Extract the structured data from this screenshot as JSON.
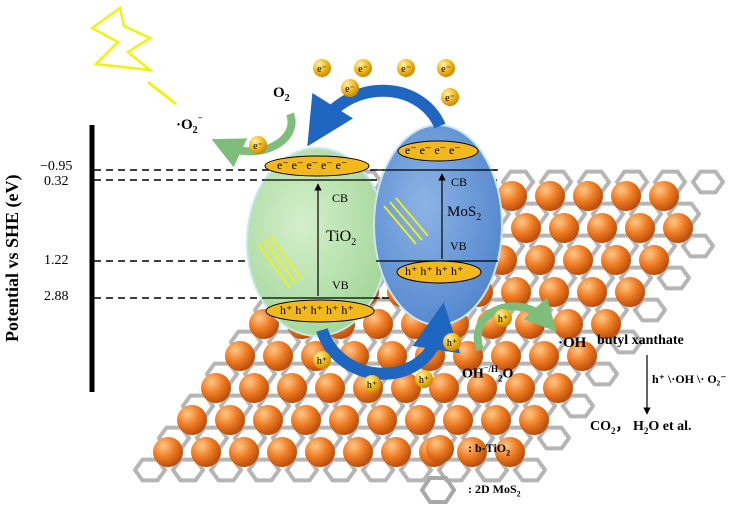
{
  "axis": {
    "title": "Potential vs SHE (eV)",
    "ticks": [
      "−0.95",
      "0.32",
      "1.22",
      "2.88"
    ]
  },
  "tio2": {
    "name": "TiO",
    "sub": "2",
    "cb": "CB",
    "vb": "VB",
    "electrons": "e⁻ e⁻ e⁻ e⁻ e⁻",
    "holes": "h⁺ h⁺ h⁺ h⁺ h⁺"
  },
  "mos2": {
    "name": "MoS",
    "sub": "2",
    "cb": "CB",
    "vb": "VB",
    "electrons": "e⁻ e⁻ e⁻ e⁻",
    "holes": "h⁺ h⁺ h⁺ h⁺"
  },
  "species": {
    "o2": "O",
    "o2_sub": "2",
    "superoxide": "·O",
    "superoxide_sub": "2",
    "superoxide_sup": "⁻",
    "electron": "e⁻",
    "hole": "h⁺",
    "oh_radical": "·OH",
    "oh_h2o_a": "OH",
    "oh_h2o_b": "⁻/H",
    "oh_h2o_c": "2",
    "oh_h2o_d": "O"
  },
  "reaction": {
    "reactant": "butyl xanthate",
    "conditions": "h⁺ \\·OH \\· O₂⁻",
    "products_a": "CO",
    "products_b": "2",
    "products_c": "， H",
    "products_d": "2",
    "products_e": "O et al."
  },
  "legend": {
    "sphere": ": b-TiO",
    "sphere_sub": "2",
    "hexagon": ": 2D MoS",
    "hexagon_sub": "2"
  },
  "colors": {
    "tio2_fill": "#b9e3b0",
    "mos2_fill": "#6f9fdc",
    "band_fill": "#f2b81c",
    "sphere": "#ee7b27",
    "arrow_blue": "#1f66c1",
    "arrow_green": "#7fbd7a",
    "lightning": "#f2f20f"
  }
}
